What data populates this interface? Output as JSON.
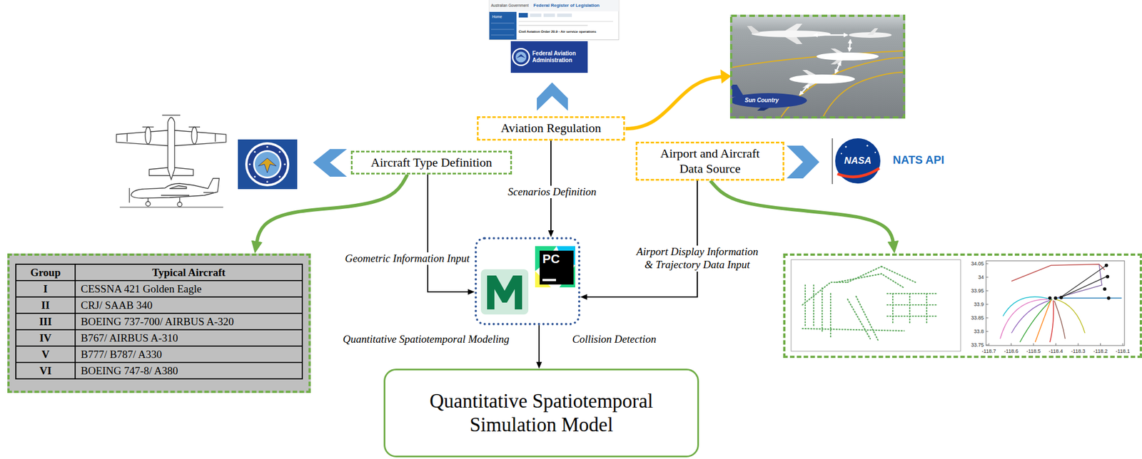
{
  "diagram": {
    "nodes": [
      {
        "text": [
          "Aviation Regulation"
        ]
      },
      {
        "text": [
          "Aircraft Type Definition"
        ]
      },
      {
        "text": [
          "Airport and Aircraft Data Source"
        ]
      },
      {
        "text": [
          "Group",
          "Typical Aircraft",
          "I",
          "CESSNA 421 Golden Eagle",
          "II",
          "CRJ/ SAAB 340",
          "III",
          "BOEING 737-700/ AIRBUS A-320",
          "IV",
          "B767/ AIRBUS A-310",
          "V",
          "B777/ B787/ A330",
          "VI",
          "BOEING 747-8/ A380"
        ]
      },
      {
        "text": [
          "PC"
        ]
      },
      {
        "text": [
          "34.05",
          "34",
          "33.95",
          "33.9",
          "33.85",
          "33.8",
          "33.75",
          "-118.7",
          "-118.6",
          "-118.5",
          "-118.4",
          "-118.3",
          "-118.2",
          "-118.1"
        ]
      },
      {
        "text": [
          "Quantitative Spatiotemporal Simulation Model"
        ]
      }
    ],
    "edges": [
      {
        "from": 0,
        "to": 4,
        "label": "Scenarios Definition",
        "arrow": "to"
      },
      {
        "from": 1,
        "to": 4,
        "label": "Geometric Information Input",
        "arrow": "to"
      },
      {
        "from": 2,
        "to": 4,
        "label": "Airport Display Information & Trajectory Data Input",
        "arrow": "to"
      },
      {
        "from": 4,
        "to": 6,
        "arrow": "to"
      },
      {
        "from": 1,
        "to": 3,
        "arrow": "to"
      },
      {
        "from": 2,
        "to": 5,
        "arrow": "to"
      }
    ],
    "labels": [
      "Quantitative Spatiotemporal Modeling",
      "Collision Detection",
      "Australian Government",
      "Federal Register of Legislation",
      "Home",
      "Civil Aviation Order 20.9 - Air service operations",
      "Federal Aviation Administration",
      "NASA",
      "NATS API",
      "Sun Country"
    ]
  }
}
